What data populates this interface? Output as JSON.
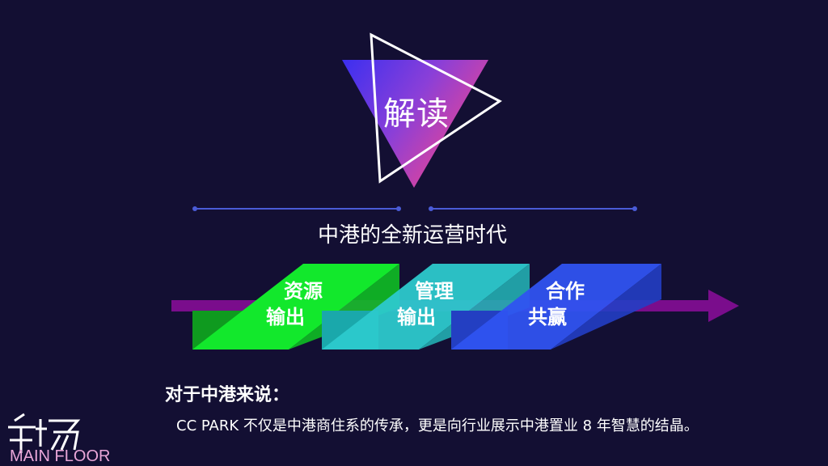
{
  "title": "解读",
  "subtitle": "中港的全新运营时代",
  "steps": [
    {
      "line1": "资源",
      "line2": "输出",
      "color": "#12e82c"
    },
    {
      "line1": "管理",
      "line2": "输出",
      "color": "#2cc9cc"
    },
    {
      "line1": "合作",
      "line2": "共赢",
      "color": "#2f53f0"
    }
  ],
  "arrow_color": "#7a0d8c",
  "summary": {
    "heading": "对于中港来说：",
    "text": "CC  PARK 不仅是中港商住系的传承，更是向行业展示中港置业 8 年智慧的结晶。"
  },
  "logo": {
    "text": "MAIN FLOOR",
    "glyph": "主场"
  }
}
